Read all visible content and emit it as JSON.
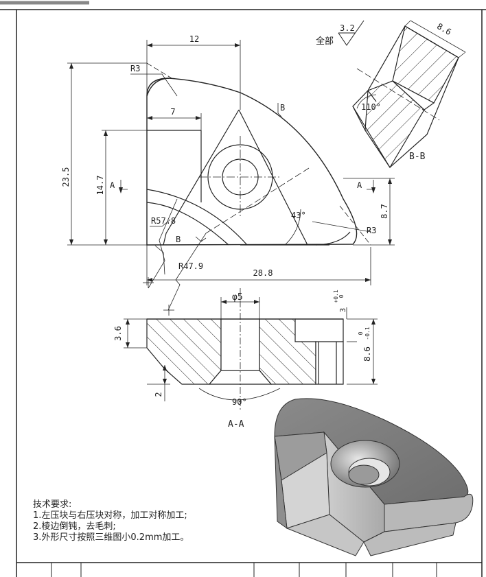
{
  "roughness": {
    "label": "全部",
    "value": "3.2"
  },
  "dims": {
    "top_width": "12",
    "r3_top": "R3",
    "inner_w": "7",
    "h_total": "23.5",
    "h_inner": "14.7",
    "r578": "R57.8",
    "r479": "R47.9",
    "angle43": "43°",
    "r3_right": "R3",
    "h87": "8.7",
    "w288": "28.8",
    "dia5": "φ5",
    "h36": "3.6",
    "tol_top": "3",
    "tol_top_sup": "+0.1",
    "tol_top_sub": "0",
    "h86": "8.6",
    "tol_86_sup": "0",
    "tol_86_sub": "-0.1",
    "h2": "2",
    "angle90": "90°",
    "bb_width": "8.6",
    "bb_angle": "110°"
  },
  "section_labels": {
    "a_left": "A",
    "a_right": "A",
    "b_top": "B",
    "b_bottom": "B",
    "bb_title": "B-B",
    "aa_title": "A-A"
  },
  "notes": {
    "title": "技术要求:",
    "items": [
      "1.左压块与右压块对称，加工对称加工;",
      "2.棱边倒钝，去毛刺;",
      "3.外形尺寸按照三维图小0.2mm加工。"
    ]
  }
}
